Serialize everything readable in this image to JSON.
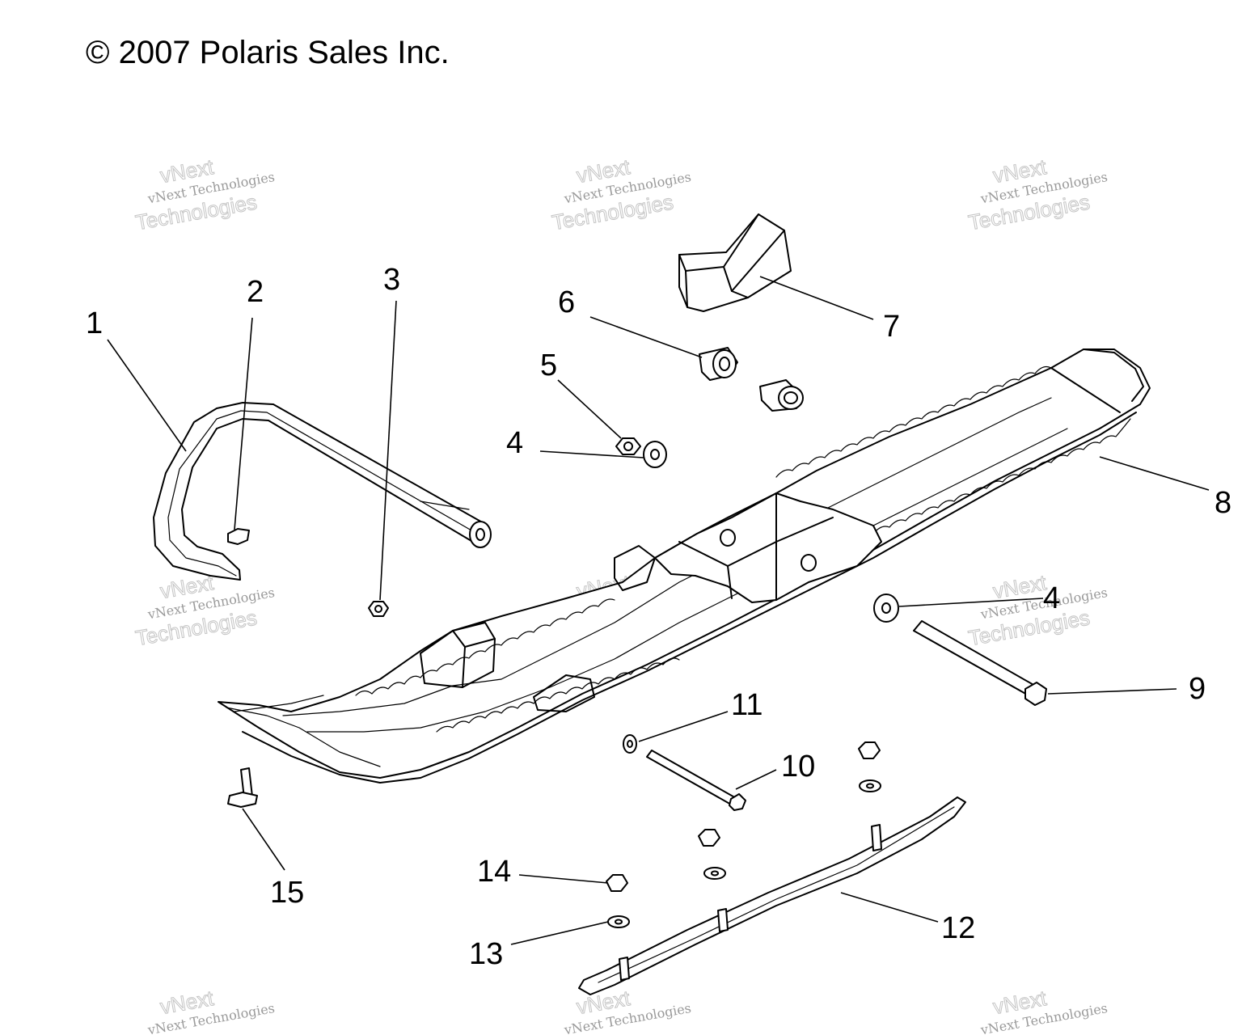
{
  "copyright": "© 2007 Polaris Sales Inc.",
  "watermark": {
    "line1": "vNext Technologies",
    "line2a": "vNext",
    "line2b": "Technologies"
  },
  "callouts": [
    {
      "id": "1",
      "label": "1"
    },
    {
      "id": "2",
      "label": "2"
    },
    {
      "id": "3",
      "label": "3"
    },
    {
      "id": "4a",
      "label": "4"
    },
    {
      "id": "4b",
      "label": "4"
    },
    {
      "id": "5",
      "label": "5"
    },
    {
      "id": "6",
      "label": "6"
    },
    {
      "id": "7",
      "label": "7"
    },
    {
      "id": "8",
      "label": "8"
    },
    {
      "id": "9",
      "label": "9"
    },
    {
      "id": "10",
      "label": "10"
    },
    {
      "id": "11",
      "label": "11"
    },
    {
      "id": "12",
      "label": "12"
    },
    {
      "id": "13",
      "label": "13"
    },
    {
      "id": "14",
      "label": "14"
    },
    {
      "id": "15",
      "label": "15"
    }
  ]
}
